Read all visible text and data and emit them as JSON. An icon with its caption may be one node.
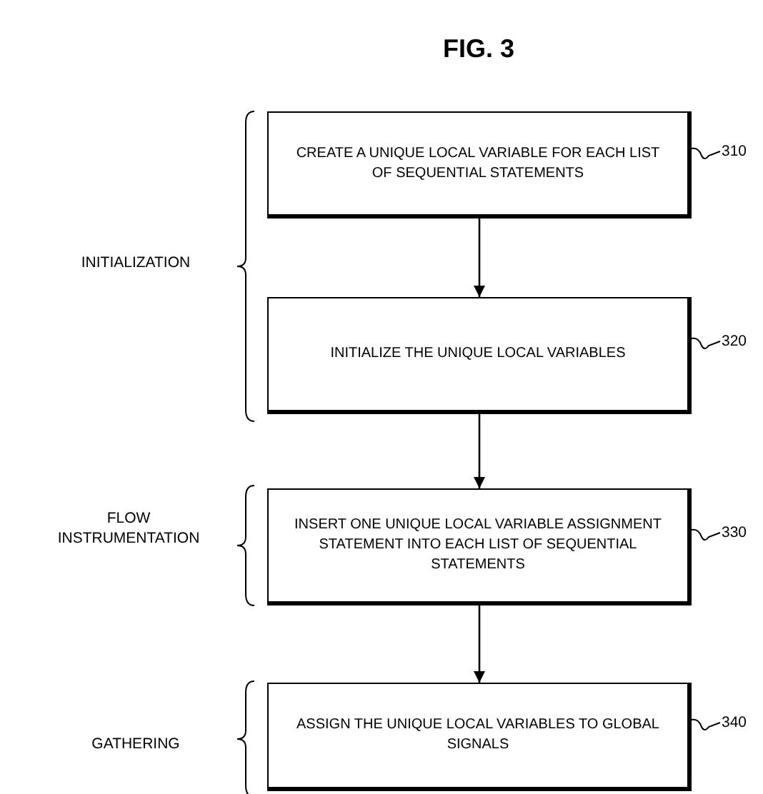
{
  "diagram": {
    "title": "FIG. 3",
    "nodes": [
      {
        "text": [
          "CREATE A UNIQUE LOCAL VARIABLE FOR EACH LIST OF SEQUENTIAL STATEMENTS"
        ]
      },
      {
        "text": [
          "INITIALIZE THE UNIQUE LOCAL VARIABLES"
        ]
      },
      {
        "text": [
          "INSERT ONE UNIQUE LOCAL VARIABLE ASSIGNMENT STATEMENT INTO EACH LIST OF SEQUENTIAL STATEMENTS"
        ]
      },
      {
        "text": [
          "ASSIGN THE UNIQUE LOCAL VARIABLES TO GLOBAL SIGNALS"
        ]
      },
      {
        "text": [
          "310"
        ]
      },
      {
        "text": [
          "320"
        ]
      },
      {
        "text": [
          "330"
        ]
      },
      {
        "text": [
          "340"
        ]
      }
    ],
    "edges": [
      {
        "from": 0,
        "to": 1,
        "arrow": "to"
      },
      {
        "from": 1,
        "to": 2,
        "arrow": "to"
      },
      {
        "from": 2,
        "to": 3,
        "arrow": "to"
      },
      {
        "from": 4,
        "to": 0,
        "arrow": "none"
      },
      {
        "from": 5,
        "to": 1,
        "arrow": "none"
      },
      {
        "from": 6,
        "to": 2,
        "arrow": "none"
      },
      {
        "from": 7,
        "to": 3,
        "arrow": "none"
      }
    ],
    "labels": [
      "INITIALIZATION",
      "FLOW INSTRUMENTATION",
      "GATHERING"
    ]
  }
}
